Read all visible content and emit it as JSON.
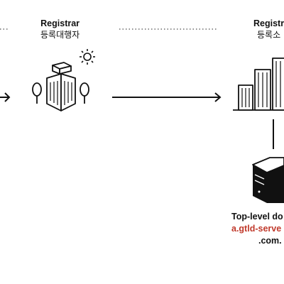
{
  "registrar": {
    "title": "Registrar",
    "subtitle": "등록대행자"
  },
  "registry": {
    "title": "Registr",
    "subtitle": "등록소"
  },
  "tld_server": {
    "line1": "Top-level do",
    "line2": "a.gtld-serve",
    "line3": ".com."
  },
  "colors": {
    "accent_red": "#c0392b",
    "ink": "#111111"
  }
}
